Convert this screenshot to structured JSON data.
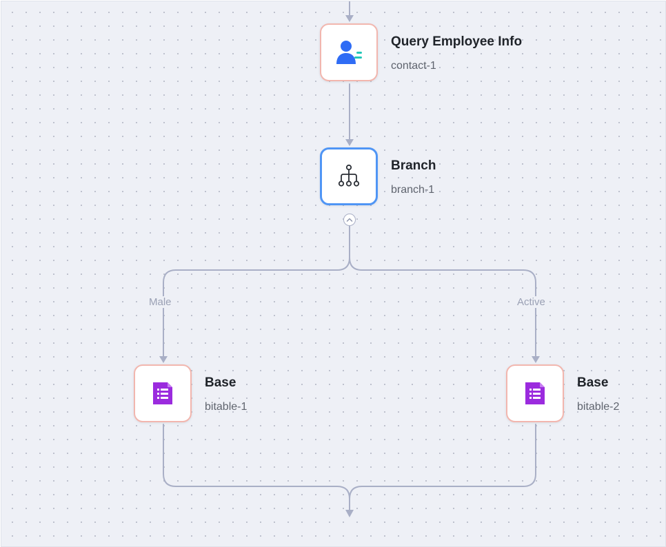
{
  "nodes": [
    {
      "key": "contact",
      "title": "Query Employee Info",
      "id": "contact-1",
      "icon": "employee-icon",
      "selected": false
    },
    {
      "key": "branch",
      "title": "Branch",
      "id": "branch-1",
      "icon": "branch-icon",
      "selected": true
    },
    {
      "key": "bitable1",
      "title": "Base",
      "id": "bitable-1",
      "icon": "base-table-icon",
      "selected": false
    },
    {
      "key": "bitable2",
      "title": "Base",
      "id": "bitable-2",
      "icon": "base-table-icon",
      "selected": false
    }
  ],
  "branch_labels": {
    "left": "Male",
    "right": "Active"
  },
  "colors": {
    "edge": "#a9afc6",
    "node_border": "#f2b6ae",
    "node_selected_border": "#4f95f5",
    "employee_icon": "#2f6cf5",
    "base_icon": "#9b2bde"
  }
}
